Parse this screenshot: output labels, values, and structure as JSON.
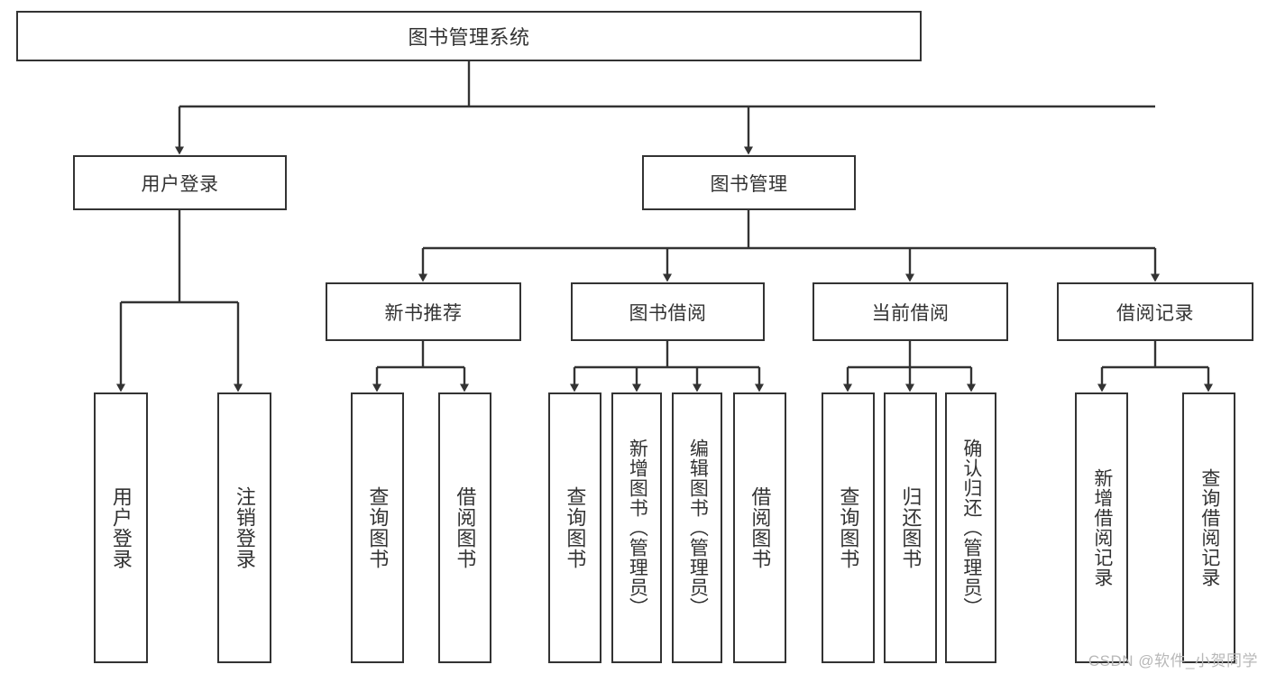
{
  "diagram": {
    "title": "图书管理系统",
    "type": "tree-hierarchy",
    "root": {
      "label": "图书管理系统"
    },
    "level1": [
      {
        "label": "用户登录"
      },
      {
        "label": "图书管理"
      }
    ],
    "level2": [
      {
        "label": "新书推荐"
      },
      {
        "label": "图书借阅"
      },
      {
        "label": "当前借阅"
      },
      {
        "label": "借阅记录"
      }
    ],
    "leaves": {
      "user_login": [
        {
          "label": "用户登录"
        },
        {
          "label": "注销登录"
        }
      ],
      "new_book_recommend": [
        {
          "label": "查询图书"
        },
        {
          "label": "借阅图书"
        }
      ],
      "book_borrow": [
        {
          "label": "查询图书"
        },
        {
          "label": "新增图书（管理员）"
        },
        {
          "label": "编辑图书（管理员）"
        },
        {
          "label": "借阅图书"
        }
      ],
      "current_borrow": [
        {
          "label": "查询图书"
        },
        {
          "label": "归还图书"
        },
        {
          "label": "确认归还（管理员）"
        }
      ],
      "borrow_record": [
        {
          "label": "新增借阅记录"
        },
        {
          "label": "查询借阅记录"
        }
      ]
    }
  },
  "watermark": {
    "text": "CSDN @软件_小贺同学"
  },
  "colors": {
    "border": "#333333",
    "text": "#333333",
    "background": "#ffffff",
    "watermark": "#b8b8b8"
  }
}
